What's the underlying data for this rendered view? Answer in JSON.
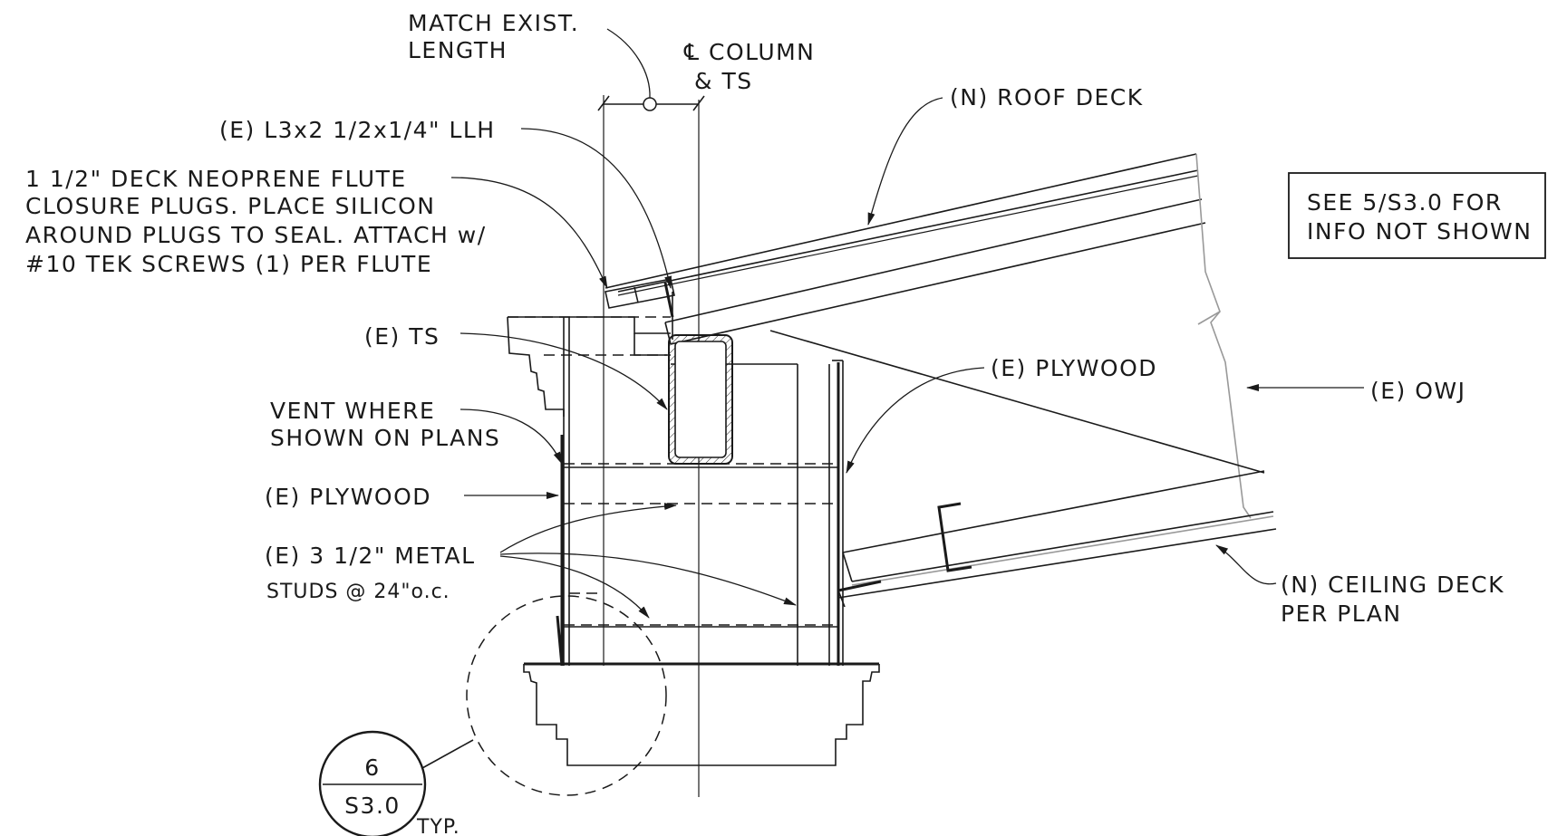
{
  "labels": {
    "match_existing": [
      "MATCH EXIST.",
      "LENGTH"
    ],
    "centerline": [
      "℄ COLUMN",
      "& TS"
    ],
    "angle": "(E) L3x2 1/2x1/4\" LLH",
    "closure_plugs": [
      "1 1/2\" DECK NEOPRENE FLUTE",
      "CLOSURE PLUGS. PLACE SILICON",
      "AROUND PLUGS TO SEAL. ATTACH w/",
      "#10 TEK SCREWS (1) PER FLUTE"
    ],
    "roof_deck": "(N) ROOF DECK",
    "see_note": [
      "SEE 5/S3.0 FOR",
      "INFO NOT SHOWN"
    ],
    "ts": "(E) TS",
    "plywood_right": "(E) PLYWOOD",
    "owj": "(E) OWJ",
    "vent": [
      "VENT WHERE",
      "SHOWN ON PLANS"
    ],
    "plywood_left": "(E) PLYWOOD",
    "studs": [
      "(E) 3 1/2\" METAL",
      "STUDS @ 24\"o.c."
    ],
    "ceiling_deck": [
      "(N) CEILING DECK",
      "PER PLAN"
    ],
    "detail_number": "6",
    "detail_sheet": "S3.0",
    "typ": "TYP."
  }
}
